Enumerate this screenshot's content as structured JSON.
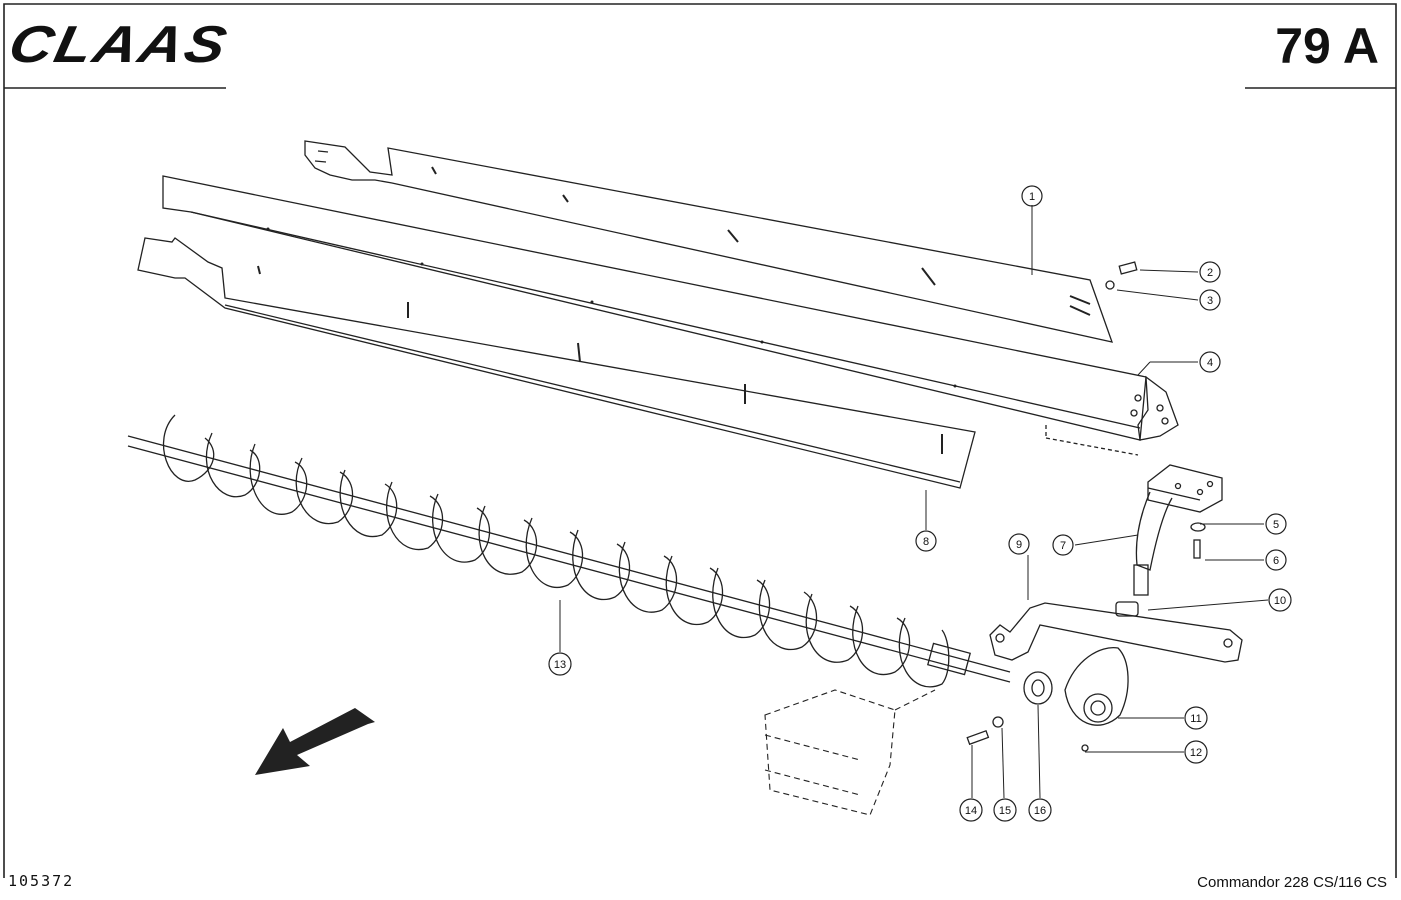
{
  "header": {
    "brand": "CLAAS",
    "page_number": "79 A"
  },
  "footer": {
    "document_number": "105372",
    "model": "Commandor 228 CS/116 CS"
  },
  "callouts": [
    "1",
    "2",
    "3",
    "4",
    "5",
    "6",
    "7",
    "8",
    "9",
    "10",
    "11",
    "12",
    "13",
    "14",
    "15",
    "16"
  ]
}
